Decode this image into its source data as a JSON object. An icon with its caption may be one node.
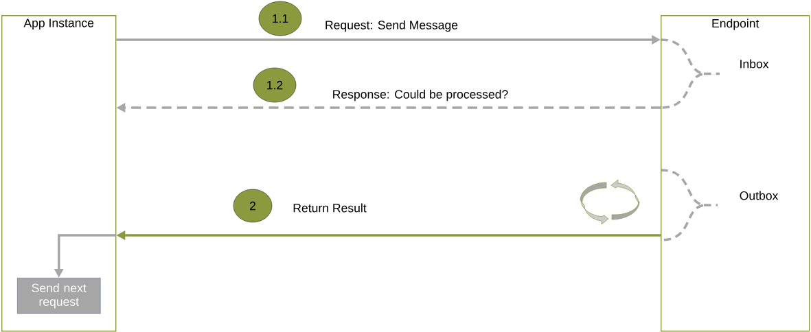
{
  "diagram": {
    "nodes": [
      {
        "text": [
          "App Instance"
        ]
      },
      {
        "text": [
          "Endpoint"
        ]
      },
      {
        "text": [
          "Send next request"
        ],
        "in": 0
      },
      {
        "text": [
          "1.1"
        ]
      },
      {
        "text": [
          "1.2"
        ]
      },
      {
        "text": [
          "2"
        ]
      }
    ],
    "edges": [
      {
        "from": 0,
        "to": 1,
        "arrow": "to",
        "label": "Request: Send Message"
      },
      {
        "from": 1,
        "to": 0,
        "arrow": "to",
        "label": "Response: Could be processed?",
        "style": "dashed"
      },
      {
        "from": 1,
        "to": 0,
        "arrow": "to",
        "label": "Return Result",
        "color": "#8b9a3e"
      },
      {
        "from": 0,
        "to": 2,
        "arrow": "to"
      }
    ],
    "labels": [
      "Inbox",
      "Outbox"
    ]
  }
}
